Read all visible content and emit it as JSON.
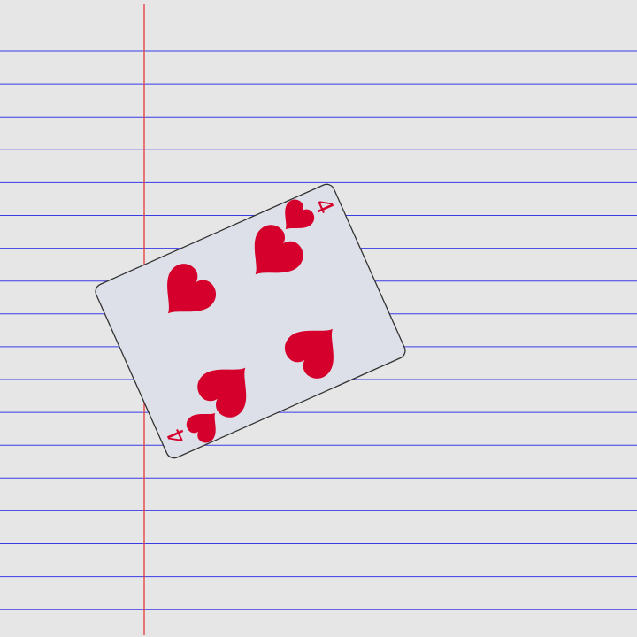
{
  "card": {
    "rank": "4",
    "suit": "hearts",
    "suit_icon": "heart-icon",
    "pip_count": 4
  },
  "colors": {
    "paper": "#e6e6e6",
    "rule_line": "#3a3ae6",
    "margin_line": "#e63a3a",
    "card_face": "#dde0e8",
    "card_border": "#333333",
    "suit_red": "#d6002c"
  }
}
